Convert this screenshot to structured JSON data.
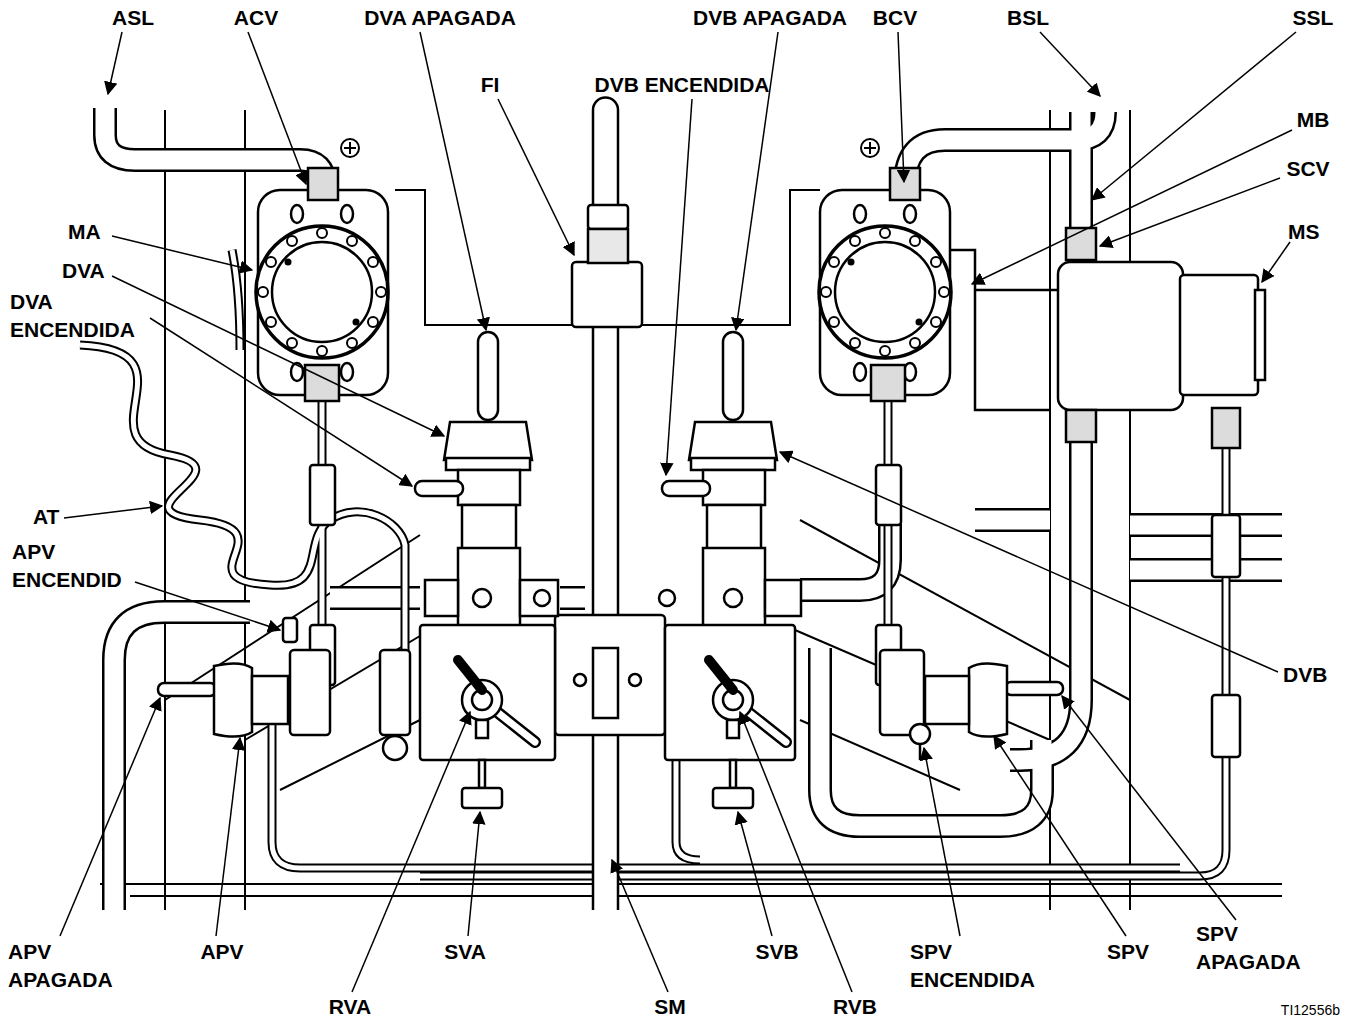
{
  "diagram": {
    "labels": [
      "ASL",
      "ACV",
      "DVA APAGADA",
      "DVB APAGADA",
      "BCV",
      "BSL",
      "SSL",
      "FI",
      "DVB ENCENDIDA",
      "MB",
      "SCV",
      "MA",
      "MS",
      "DVA",
      "DVA ENCENDIDA",
      "AT",
      "APV ENCENDID",
      "DVB",
      "SPV APAGADA",
      "APV APAGADA",
      "APV",
      "SVA",
      "SVB",
      "SPV ENCENDIDA",
      "SPV",
      "RVA",
      "SM",
      "RVB",
      "TI12556b"
    ]
  }
}
